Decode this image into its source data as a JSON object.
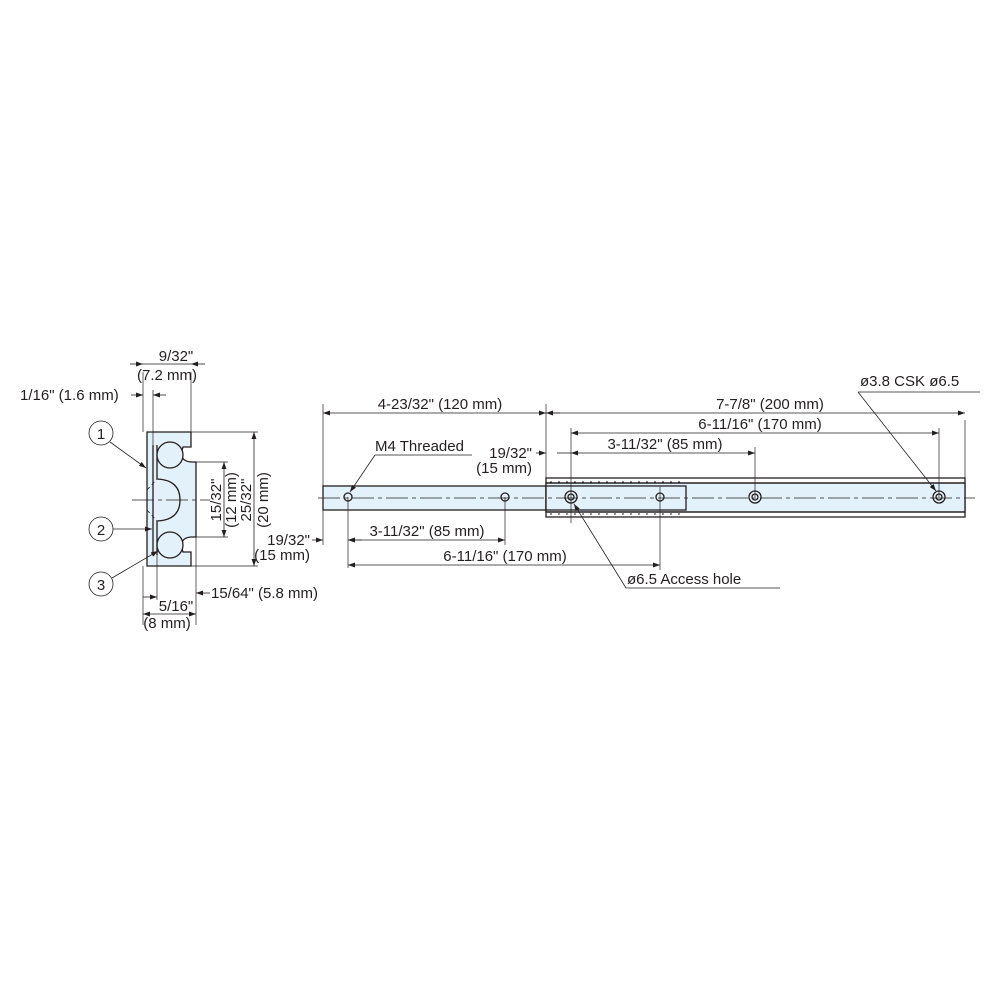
{
  "colors": {
    "part_fill": "#e3f1fb",
    "line": "#231f20",
    "background": "#ffffff"
  },
  "section_view": {
    "callouts": [
      {
        "number": "1"
      },
      {
        "number": "2"
      },
      {
        "number": "3"
      }
    ],
    "dimensions": {
      "overall_width_in": "9/32\"",
      "overall_width_mm": "(7.2 mm)",
      "wall_thickness": "1/16\" (1.6 mm)",
      "height_inner_in": "15/32\"",
      "height_inner_mm": "(12 mm)",
      "height_outer_in": "25/32\"",
      "height_outer_mm": "(20 mm)",
      "base_width_in": "5/16\"",
      "base_width_mm": "(8 mm)",
      "inner_offset": "15/64\" (5.8 mm)"
    }
  },
  "side_view": {
    "dimensions": {
      "closed_to_split": "4-23/32\" (120 mm)",
      "extension_total": "7-7/8\" (200 mm)",
      "outer_hole_span": "6-11/16\" (170 mm)",
      "outer_hole_pitch": "3-11/32\" (85 mm)",
      "outer_first_hole_in": "19/32\"",
      "outer_first_hole_mm": "(15 mm)",
      "inner_first_hole_in": "19/32\"",
      "inner_first_hole_mm": "(15 mm)",
      "inner_hole_pitch": "3-11/32\" (85 mm)",
      "inner_hole_span": "6-11/16\" (170 mm)"
    },
    "notes": {
      "threaded": "M4 Threaded",
      "csk_hole": "ø3.8 CSK ø6.5",
      "access_hole": "ø6.5 Access hole"
    }
  }
}
